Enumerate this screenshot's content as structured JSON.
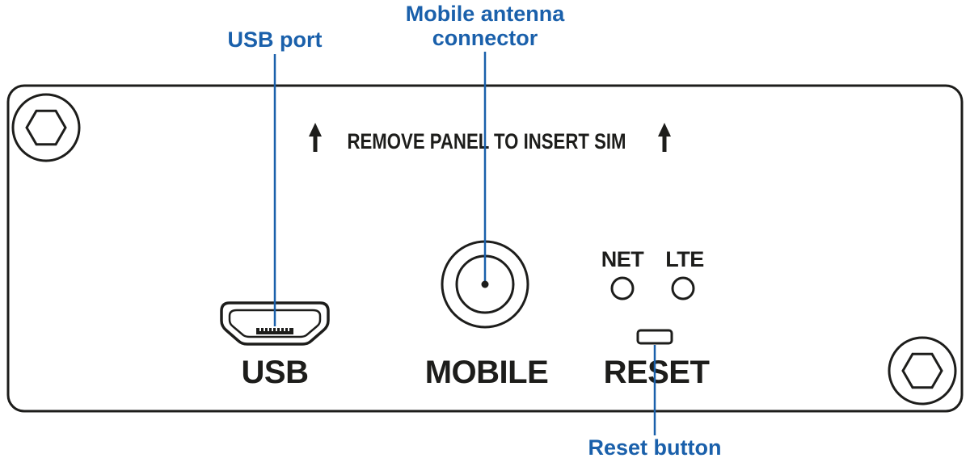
{
  "diagram": {
    "panel_note": "REMOVE PANEL TO INSERT SIM",
    "labels": {
      "usb": "USB",
      "mobile": "MOBILE",
      "reset": "RESET",
      "net": "NET",
      "lte": "LTE"
    },
    "annotations": {
      "usb_port": "USB port",
      "mobile_line1": "Mobile antenna",
      "mobile_line2": "connector",
      "reset_button": "Reset button"
    },
    "colors": {
      "annotation_blue": "#1a60ab",
      "outline": "#1d1d1b"
    }
  }
}
